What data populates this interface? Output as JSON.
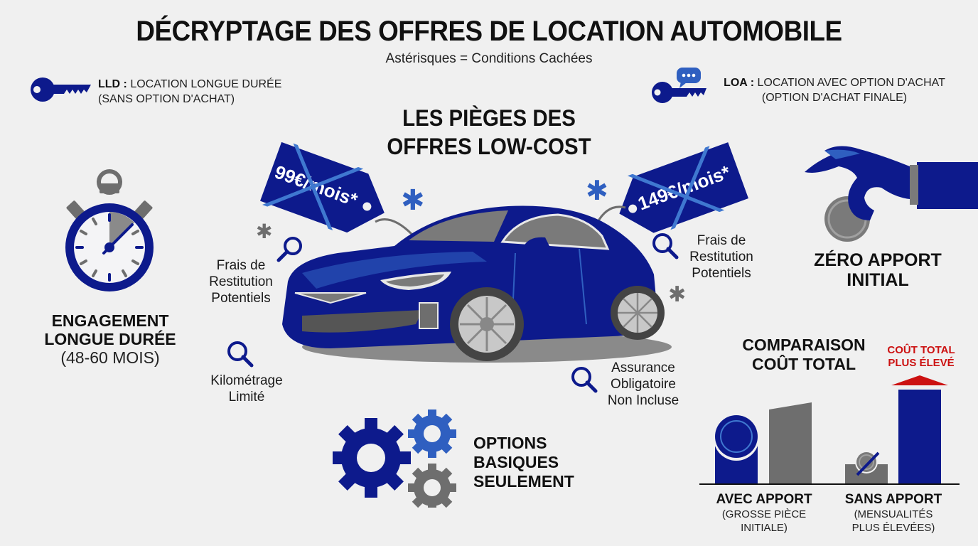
{
  "header": {
    "title": "DÉCRYPTAGE DES OFFRES DE LOCATION AUTOMOBILE",
    "subtitle": "Astérisques = Conditions Cachées"
  },
  "legend": {
    "lld": {
      "abbr": "LLD :",
      "line1": " LOCATION LONGUE DURÉE",
      "line2": "(SANS OPTION D'ACHAT)",
      "icon": "key-icon"
    },
    "loa": {
      "abbr": "LOA :",
      "line1": " LOCATION AVEC OPTION D'ACHAT",
      "line2": "(OPTION D'ACHAT FINALE)",
      "icon": "key-chat-icon"
    }
  },
  "center": {
    "title_line1": "LES PIÈGES DES",
    "title_line2": "OFFRES LOW-COST",
    "price_tags": [
      {
        "label": "99€/mois*",
        "crossed": true
      },
      {
        "label": "149€/mois*",
        "crossed": true
      }
    ],
    "traps": [
      {
        "line1": "Frais de",
        "line2": "Restitution",
        "line3": "Potentiels"
      },
      {
        "line1": "Kilométrage",
        "line2": "Limité"
      },
      {
        "line1": "Frais de",
        "line2": "Restitution",
        "line3": "Potentiels"
      },
      {
        "line1": "Assurance",
        "line2": "Obligatoire",
        "line3": "Non Incluse"
      }
    ],
    "options": {
      "line1": "OPTIONS",
      "line2": "BASIQUES",
      "line3": "SEULEMENT"
    }
  },
  "engagement": {
    "line1": "ENGAGEMENT",
    "line2": "LONGUE DURÉE",
    "line3": "(48-60 MOIS)"
  },
  "zero_apport": {
    "line1": "ZÉRO APPORT",
    "line2": "INITIAL"
  },
  "comparison": {
    "title_line1": "COMPARAISON",
    "title_line2": "COÛT TOTAL",
    "callout_line1": "COÛT TOTAL",
    "callout_line2": "PLUS ÉLEVÉ",
    "groups": [
      {
        "label": "AVEC APPORT",
        "sub1": "(GROSSE PIÈCE",
        "sub2": "INITIALE)"
      },
      {
        "label": "SANS APPORT",
        "sub1": "(MENSUALITÉS",
        "sub2": "PLUS ÉLEVÉES)"
      }
    ]
  },
  "colors": {
    "navy": "#0d1a8c",
    "blue": "#2f5fc0",
    "gray": "#6e6e6e",
    "red": "#cc1111",
    "background": "#f0f0f0"
  }
}
